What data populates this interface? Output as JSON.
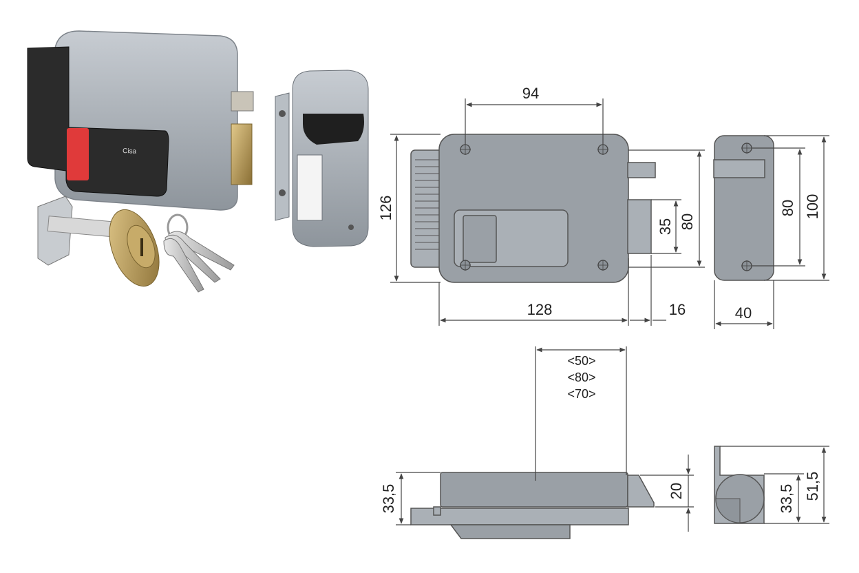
{
  "product": {
    "brand_label": "Cisa"
  },
  "dimensions": {
    "front": {
      "hole_spacing_top": "94",
      "total_height": "126",
      "body_width": "128",
      "bolt_projection": "16",
      "bolt_height": "35",
      "inner_height": "80"
    },
    "side": {
      "inner_height": "80",
      "total_height": "100",
      "depth": "40"
    },
    "backset": {
      "option_1": "<50>",
      "option_2": "<80>",
      "option_3": "<70>"
    },
    "bottom": {
      "left_height": "33,5",
      "bolt_thickness": "20"
    },
    "end": {
      "inner_height": "33,5",
      "total_height": "51,5"
    }
  },
  "colors": {
    "lock_body": "#9aa0a6",
    "handle": "#2b2b2b",
    "button": "#e03a3a",
    "brass": "#b89a5a"
  }
}
